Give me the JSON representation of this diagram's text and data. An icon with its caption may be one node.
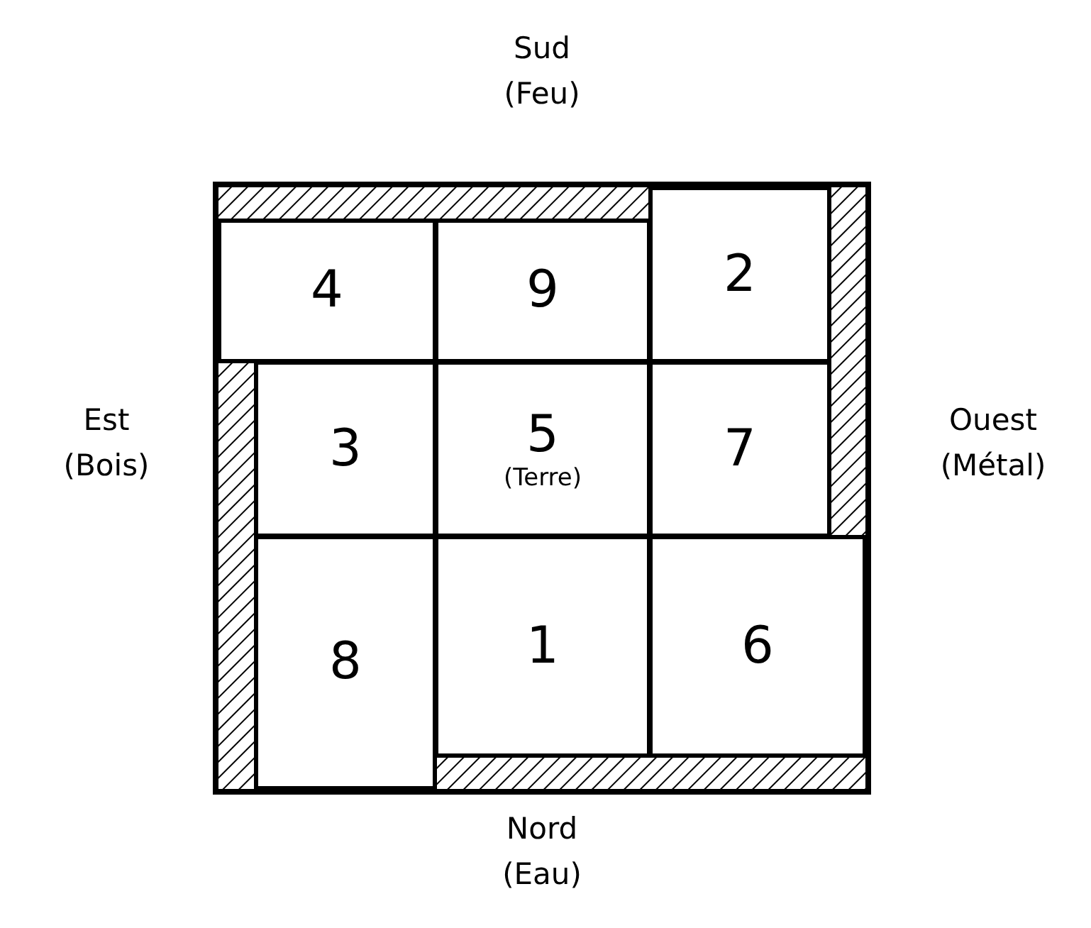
{
  "diagram": {
    "nodes": [
      {
        "text": [
          "4"
        ]
      },
      {
        "text": [
          "9"
        ]
      },
      {
        "text": [
          "2"
        ]
      },
      {
        "text": [
          "3"
        ]
      },
      {
        "text": [
          "5",
          "(Terre)"
        ]
      },
      {
        "text": [
          "7"
        ]
      },
      {
        "text": [
          "8"
        ]
      },
      {
        "text": [
          "1"
        ]
      },
      {
        "text": [
          "6"
        ]
      },
      {
        "text": [],
        "shape": "bar"
      },
      {
        "text": [],
        "shape": "bar"
      },
      {
        "text": [],
        "shape": "bar"
      },
      {
        "text": [],
        "shape": "bar"
      }
    ],
    "labels": [
      "Sud (Feu)",
      "Est (Bois)",
      "Ouest (Métal)",
      "Nord (Eau)"
    ]
  }
}
